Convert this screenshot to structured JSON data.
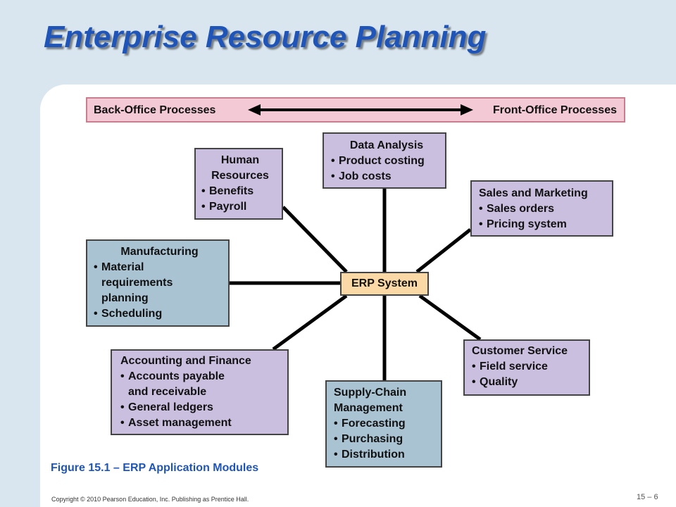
{
  "slide": {
    "title": "Enterprise Resource Planning",
    "caption": "Figure 15.1 – ERP Application Modules",
    "copyright": "Copyright © 2010 Pearson Education, Inc. Publishing as Prentice Hall.",
    "page_number": "15 – 6"
  },
  "band": {
    "left_label": "Back-Office Processes",
    "right_label": "Front-Office Processes"
  },
  "center": {
    "label": "ERP System"
  },
  "modules": {
    "human_resources": {
      "title_line1": "Human",
      "title_line2": "Resources",
      "items": [
        "Benefits",
        "Payroll"
      ]
    },
    "data_analysis": {
      "title": "Data Analysis",
      "items": [
        "Product costing",
        "Job costs"
      ]
    },
    "sales_marketing": {
      "title": "Sales and Marketing",
      "items": [
        "Sales orders",
        "Pricing system"
      ]
    },
    "manufacturing": {
      "title": "Manufacturing",
      "item1_line1": "Material",
      "item1_line2": "requirements",
      "item1_line3": "planning",
      "item2": "Scheduling"
    },
    "accounting": {
      "title": "Accounting and Finance",
      "item1_line1": "Accounts payable",
      "item1_line2": "and receivable",
      "item2": "General ledgers",
      "item3": "Asset management"
    },
    "supply_chain": {
      "title_line1": "Supply-Chain",
      "title_line2": "Management",
      "items": [
        "Forecasting",
        "Purchasing",
        "Distribution"
      ]
    },
    "customer_service": {
      "title": "Customer Service",
      "items": [
        "Field service",
        "Quality"
      ]
    }
  },
  "colors": {
    "title": "#1f55b8",
    "background": "#d9e6ef",
    "band_fill": "#f2c9d5",
    "module_purple": "#cbbfe0",
    "module_blue": "#a9c3d3",
    "center_fill": "#fbd9a6"
  }
}
